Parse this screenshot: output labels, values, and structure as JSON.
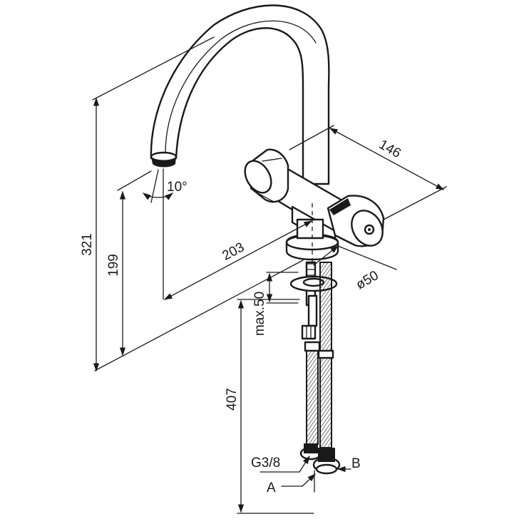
{
  "dimensions": {
    "overall_height": "321",
    "spout_outlet_height": "199",
    "spout_reach": "203",
    "body_width": "146",
    "base_diameter": "ø50",
    "max_deck_thickness": "max.50",
    "hose_length": "407",
    "spout_angle": "10°"
  },
  "connections": {
    "thread": "G3/8",
    "inlet_a": "A",
    "inlet_b": "B"
  },
  "colors": {
    "line": "#1a1a1a",
    "background": "#ffffff"
  }
}
